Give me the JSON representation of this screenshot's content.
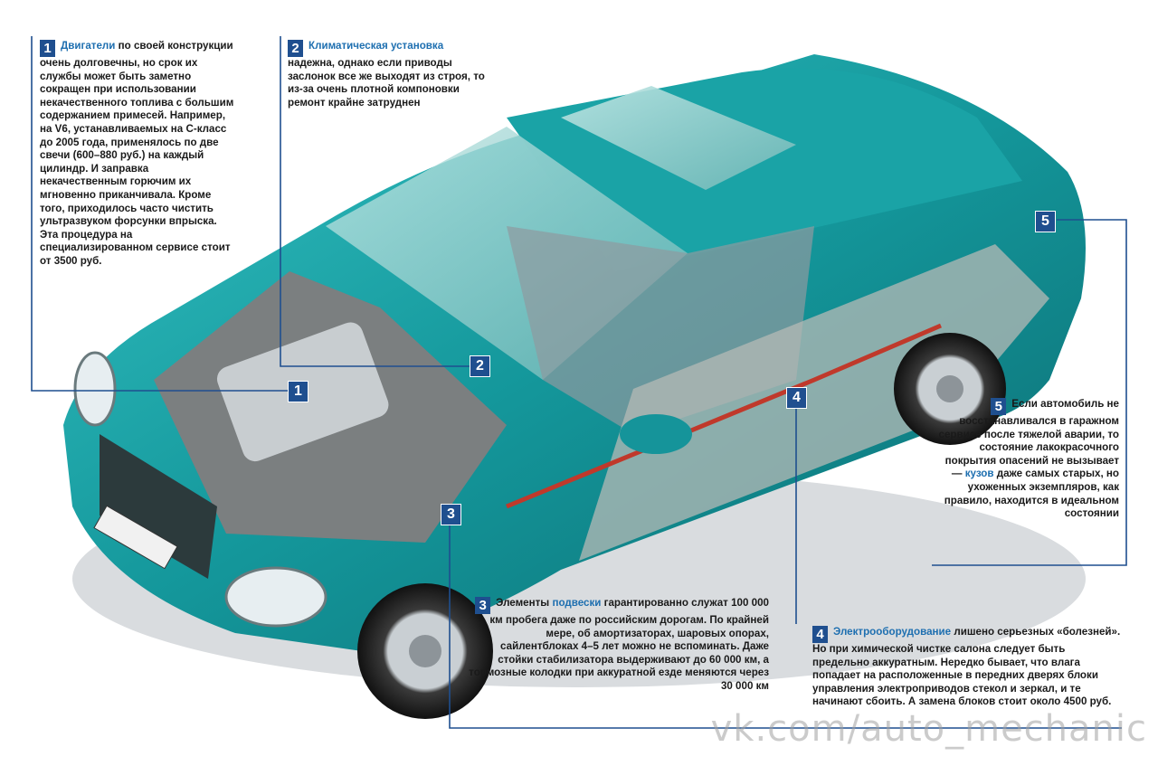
{
  "callouts": [
    {
      "number": "1",
      "keyword": "Двигатели",
      "text": " по своей конструкции очень долговечны, но срок их службы может быть заметно сокращен при использовании некачественного топлива с большим содержанием примесей. Например, на V6, устанавливаемых на С-класс до 2005 года, применялось по две свечи (600–880 руб.) на каждый цилиндр. И заправка некачественным горючим их мгновенно приканчивала. Кроме того, приходилось часто чистить ультразвуком форсунки впрыска. Эта процедура на специализированном сервисе стоит от 3500 руб."
    },
    {
      "number": "2",
      "keyword": "Климатическая установка",
      "text": " надежна, однако если приводы заслонок все же выходят из строя, то из-за очень плотной компоновки ремонт крайне затруднен"
    },
    {
      "number": "3",
      "keyword": "подвески",
      "text_before": "Элементы ",
      "text": " гарантированно служат 100 000 км пробега даже по российским дорогам. По крайней мере, об амортизаторах, шаровых опорах, сайлентблоках 4–5 лет можно не вспоминать. Даже стойки стабилизатора выдерживают до 60 000 км, а тормозные колодки при аккуратной езде меняются через 30 000 км"
    },
    {
      "number": "4",
      "keyword": "Электрооборудование",
      "text": " лишено серьезных «болезней». Но при химической чистке салона следует быть предельно аккуратным. Нередко бывает, что влага попадает на расположенные в передних дверях блоки управления электроприводов стекол и зеркал, и те начинают сбоить. А замена блоков стоит около 4500 руб."
    },
    {
      "number": "5",
      "keyword": "кузов",
      "text_before": "Если автомобиль не восстанавливался в гаражном сервисе после тяжелой аварии, то состояние лакокрасочного покрытия опасений не вызывает — ",
      "text": " даже самых старых, но ухоженных экземпляров, как правило, находится в идеальном состоянии"
    }
  ],
  "markers": [
    "1",
    "2",
    "3",
    "4",
    "5"
  ],
  "watermark": "vk.com/auto_mechanic",
  "colors": {
    "car_body": "#15949a",
    "marker": "#1f4f8f",
    "keyword": "#1e6fb0"
  }
}
